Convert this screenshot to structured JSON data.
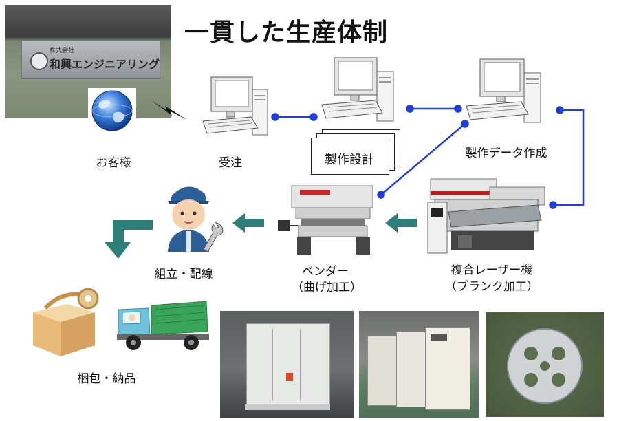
{
  "title": "一貫した生産体制",
  "company_sign": {
    "small": "株式会社",
    "name": "和興エンジニアリング"
  },
  "steps": {
    "customer": "お客様",
    "order": "受注",
    "design": "製作設計",
    "data": "製作データ作成",
    "laser_line1": "複合レーザー機",
    "laser_line2": "（ブランク加工）",
    "bender_line1": "ベンダー",
    "bender_line2": "（曲げ加工）",
    "assembly": "組立・配線",
    "packing": "梱包・納品"
  },
  "colors": {
    "flow_line": "#1f3fd6",
    "arrow": "#2e7f7a",
    "truck_body": "#6fc1dc",
    "truck_cover": "#3aa55a",
    "worker_cap": "#2c5f97"
  },
  "icons": [
    "globe-icon",
    "lightning-icon",
    "computer-icon",
    "worker-icon",
    "wrench-icon",
    "box-icon",
    "truck-icon",
    "laser-machine",
    "bender-machine"
  ]
}
